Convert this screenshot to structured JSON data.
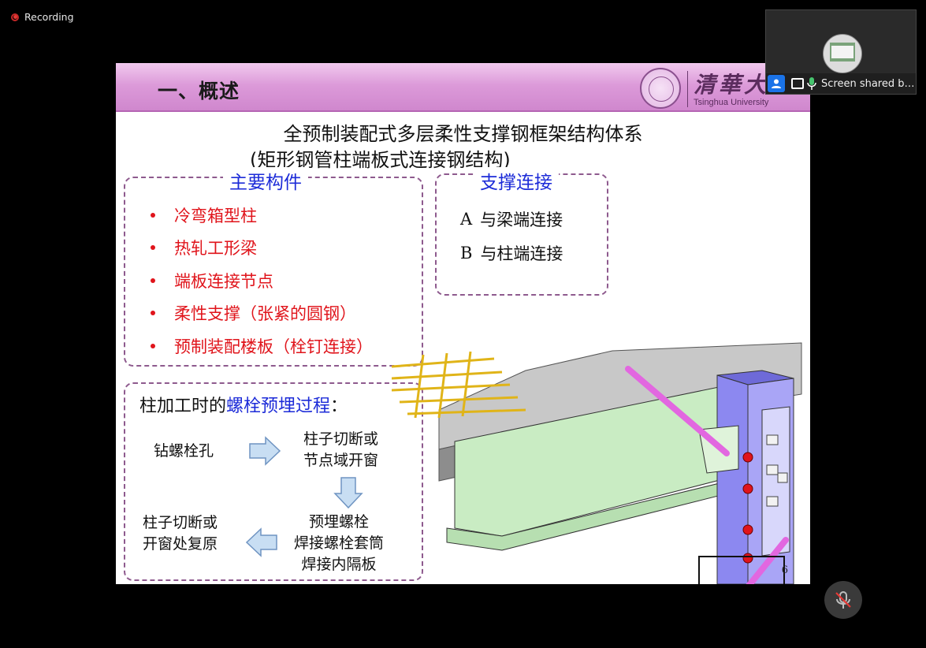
{
  "app": {
    "recording_label": "Recording",
    "shared_label": "Screen shared b…"
  },
  "slide": {
    "heading": "一、概述",
    "logo_cn": "清華大",
    "logo_en": "Tsinghua University",
    "title": "全预制装配式多层柔性支撑钢框架结构体系",
    "subtitle": "(矩形钢管柱端板式连接钢结构)",
    "components": {
      "title": "主要构件",
      "items": [
        "冷弯箱型柱",
        "热轧工形梁",
        "端板连接节点",
        "柔性支撑（张紧的圆钢）",
        "预制装配楼板（栓钉连接）"
      ]
    },
    "connection": {
      "title": "支撑连接",
      "items": [
        {
          "letter": "A",
          "text": "与梁端连接"
        },
        {
          "letter": "B",
          "text": "与柱端连接"
        }
      ]
    },
    "process": {
      "title_prefix": "柱加工时的",
      "title_highlight": "螺栓预埋过程",
      "title_suffix": "：",
      "step1": "钻螺栓孔",
      "step2_line1": "柱子切断或",
      "step2_line2": "节点域开窗",
      "step3_line1": "预埋螺栓",
      "step3_line2": "焊接螺栓套筒",
      "step3_line3": "焊接内隔板",
      "step4_line1": "柱子切断或",
      "step4_line2": "开窗处复原"
    },
    "page_number": "6"
  },
  "colors": {
    "heading_accent": "#1c2bd8",
    "bullet_red": "#e0141b",
    "banner_purple": "#d690d4",
    "column_blue": "#8c88f0",
    "beam_green": "#c9ecc3"
  }
}
